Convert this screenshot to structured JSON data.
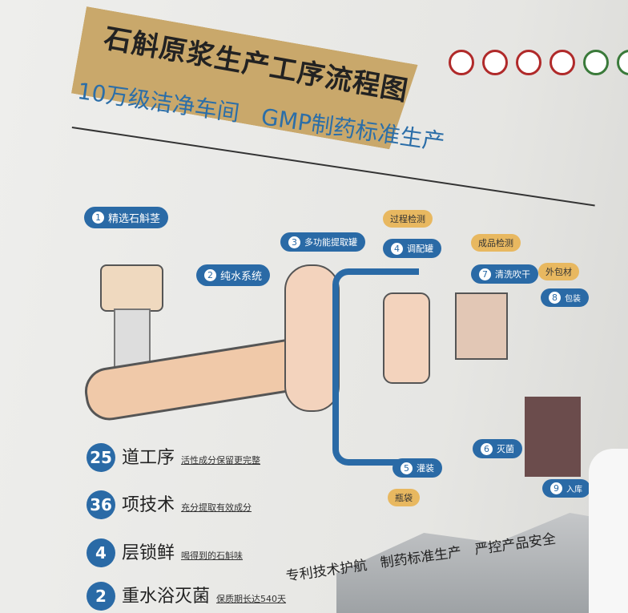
{
  "poster": {
    "title": "石斛原浆生产工序流程图",
    "subtitle": "10万级洁净车间　GMP制药标准生产",
    "steps": [
      {
        "num": "1",
        "label": "精选石斛茎"
      },
      {
        "num": "2",
        "label": "纯水系统"
      },
      {
        "num": "3",
        "label": "多功能提取罐"
      },
      {
        "num": "4",
        "label": "调配罐"
      },
      {
        "num": "5",
        "label": "灌装"
      },
      {
        "num": "6",
        "label": "灭菌"
      },
      {
        "num": "7",
        "label": "清洗吹干"
      },
      {
        "num": "8",
        "label": "包装"
      },
      {
        "num": "9",
        "label": "入库"
      }
    ],
    "checks": {
      "process": "过程检测",
      "product": "成品检测",
      "packaging": "外包材",
      "bottle": "瓶袋"
    },
    "stats": [
      {
        "num": "25",
        "title": "道工序",
        "note": "活性成分保留更完整"
      },
      {
        "num": "36",
        "title": "项技术",
        "note": "充分提取有效成分"
      },
      {
        "num": "4",
        "title": "层锁鲜",
        "note": "喝得到的石斛味"
      },
      {
        "num": "2",
        "title": "重水浴灭菌",
        "note": "保质期长达540天"
      }
    ],
    "slogan": "专利技术护航　制药标准生产　严控产品安全",
    "colors": {
      "blue": "#2a6aa6",
      "orange": "#e8b860",
      "banner": "#c9a86b"
    }
  }
}
